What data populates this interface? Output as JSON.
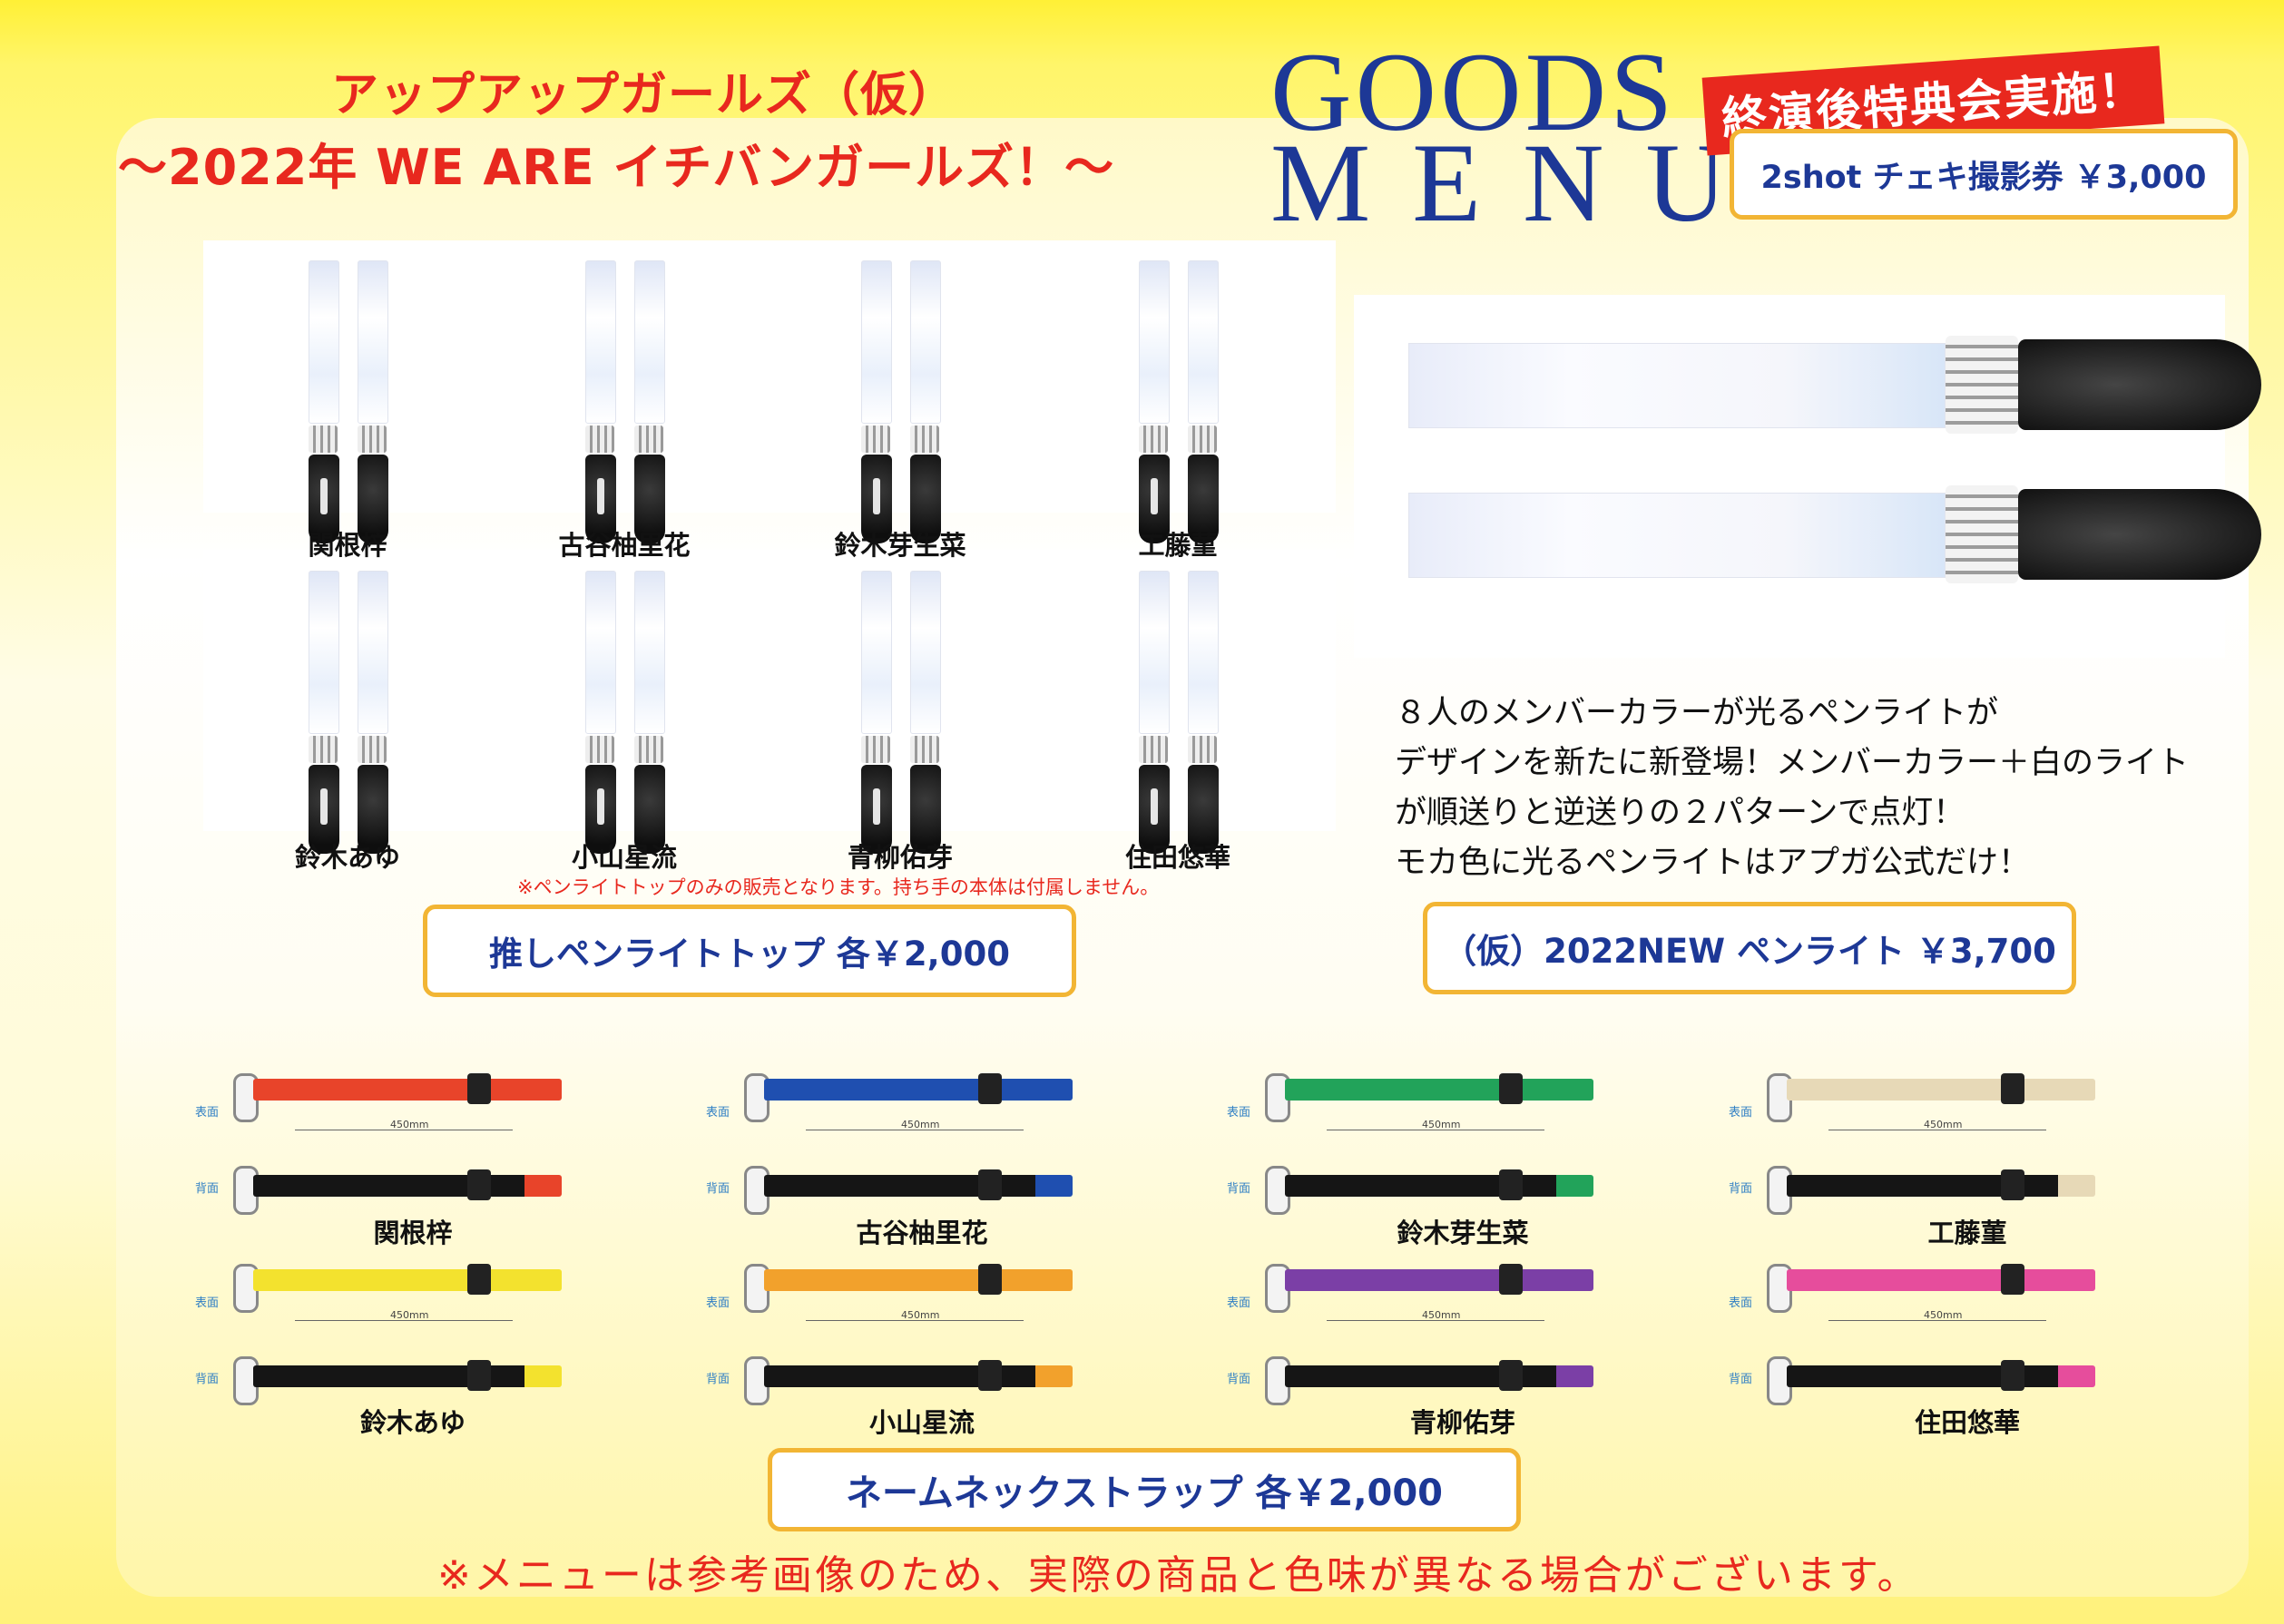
{
  "header": {
    "group_name": "アップアップガールズ（仮）",
    "event_title": "〜2022年 WE ARE イチバンガールズ！〜",
    "goods_word": "GOODS",
    "menu_word": "MENU",
    "banner_text": "終演後特典会実施！",
    "cheki_label": "2shot チェキ撮影券 ￥3,000"
  },
  "penlight_tops": {
    "members": [
      "関根梓",
      "古谷柚里花",
      "鈴木芽生菜",
      "工藤菫",
      "鈴木あゆ",
      "小山星流",
      "青柳佑芽",
      "住田悠華"
    ],
    "note": "※ペンライトトップのみの販売となります。持ち手の本体は付属しません。",
    "price_label": "推しペンライトトップ 各￥2,000"
  },
  "new_penlight": {
    "description": [
      "８人のメンバーカラーが光るペンライトが",
      "デザインを新たに新登場！メンバーカラー＋白のライト",
      "が順送りと逆送りの２パターンで点灯！",
      "モカ色に光るペンライトはアプガ公式だけ！"
    ],
    "price_label": "（仮）2022NEW ペンライト ￥3,700"
  },
  "straps": {
    "members": [
      {
        "name": "関根梓",
        "color": "#e8442a"
      },
      {
        "name": "古谷柚里花",
        "color": "#1f4fb0"
      },
      {
        "name": "鈴木芽生菜",
        "color": "#22a35a"
      },
      {
        "name": "工藤菫",
        "color": "#e7d9b7"
      },
      {
        "name": "鈴木あゆ",
        "color": "#f3e22e"
      },
      {
        "name": "小山星流",
        "color": "#f2a12c"
      },
      {
        "name": "青柳佑芽",
        "color": "#7b3fa6"
      },
      {
        "name": "住田悠華",
        "color": "#e64d9c"
      }
    ],
    "front_label": "表面",
    "back_label": "背面",
    "length_label": "450mm",
    "price_label": "ネームネックストラップ 各￥2,000"
  },
  "footer_note": "※メニューは参考画像のため、実際の商品と色味が異なる場合がございます。",
  "colors": {
    "accent_red": "#e8281e",
    "navy": "#1d3896",
    "box_border": "#f2b534"
  }
}
